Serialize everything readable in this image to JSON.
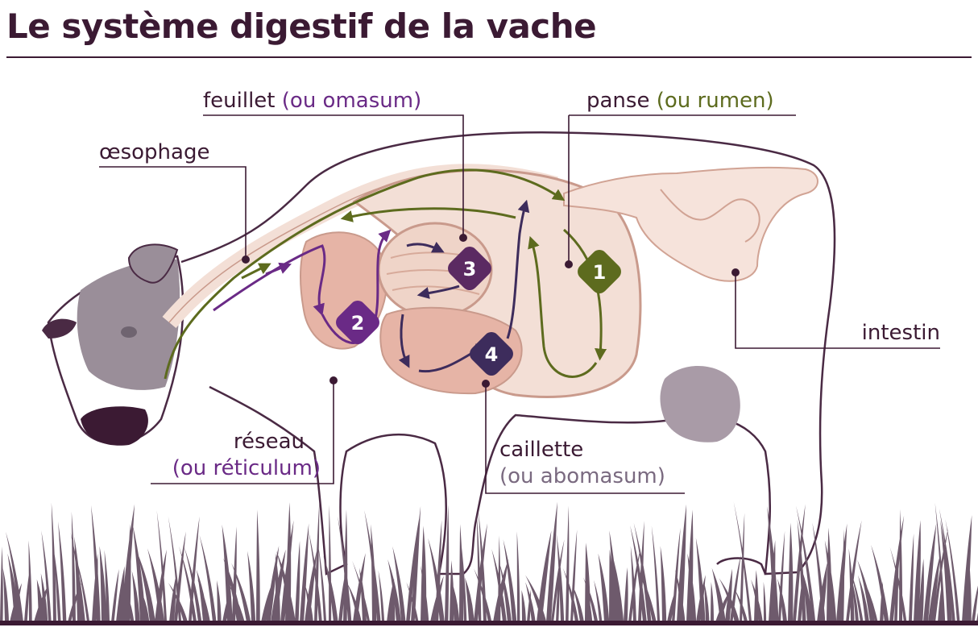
{
  "title": "Le système digestif de la vache",
  "labels": {
    "feuillet": {
      "name": "feuillet",
      "sub": "(ou omasum)"
    },
    "panse": {
      "name": "panse",
      "sub": "(ou rumen)"
    },
    "oesophage": {
      "name": "œsophage"
    },
    "intestin": {
      "name": "intestin"
    },
    "reseau": {
      "name": "réseau",
      "sub": "(ou réticulum)"
    },
    "caillette": {
      "name": "caillette",
      "sub": "(ou abomasum)"
    }
  },
  "badges": [
    "1",
    "2",
    "3",
    "4"
  ],
  "colors": {
    "title": "#3b1a33",
    "outline": "#4a2a44",
    "green": "#5d6b1e",
    "violet": "#6a2a86",
    "dark_violet": "#3d2c5c",
    "stomach_fill": "#f3dfd6",
    "stomach_edge": "#c99a8c",
    "grass": "#6e5a6c",
    "head_grey": "#9a8e99"
  }
}
